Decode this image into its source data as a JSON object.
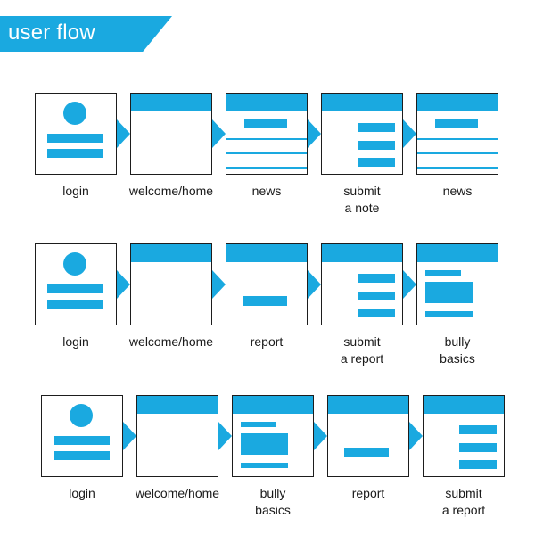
{
  "title": "user flow",
  "colors": {
    "accent": "#1aa9e0",
    "border": "#1d1d1d",
    "text": "#1a1a1a"
  },
  "rows": [
    {
      "steps": [
        {
          "screen": "login",
          "label": [
            "login"
          ]
        },
        {
          "screen": "welcome",
          "label": [
            "welcome/home"
          ]
        },
        {
          "screen": "news",
          "label": [
            "news"
          ]
        },
        {
          "screen": "submit",
          "label": [
            "submit",
            "a note"
          ]
        },
        {
          "screen": "news",
          "label": [
            "news"
          ]
        }
      ]
    },
    {
      "steps": [
        {
          "screen": "login",
          "label": [
            "login"
          ]
        },
        {
          "screen": "welcome",
          "label": [
            "welcome/home"
          ]
        },
        {
          "screen": "report",
          "label": [
            "report"
          ]
        },
        {
          "screen": "submit",
          "label": [
            "submit",
            "a report"
          ]
        },
        {
          "screen": "bully",
          "label": [
            "bully",
            "basics"
          ]
        }
      ]
    },
    {
      "steps": [
        {
          "screen": "login",
          "label": [
            "login"
          ]
        },
        {
          "screen": "welcome",
          "label": [
            "welcome/home"
          ]
        },
        {
          "screen": "bully",
          "label": [
            "bully",
            "basics"
          ]
        },
        {
          "screen": "report",
          "label": [
            "report"
          ]
        },
        {
          "screen": "submit",
          "label": [
            "submit",
            "a report"
          ]
        }
      ]
    }
  ]
}
